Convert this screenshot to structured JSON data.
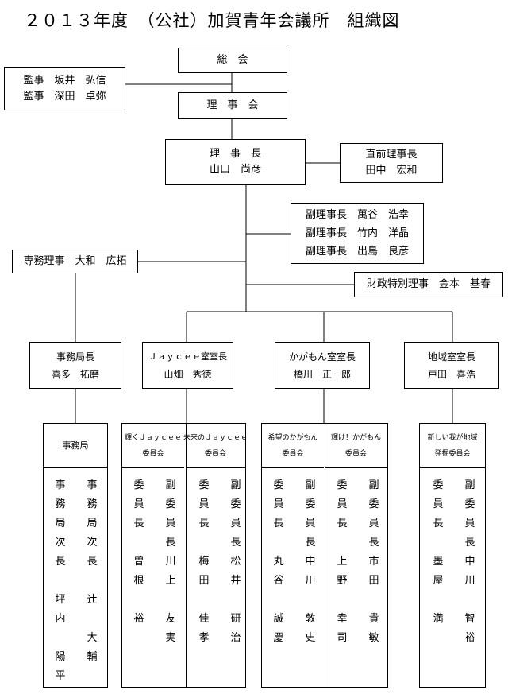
{
  "title": "２０１３年度　（公社）加賀青年会議所　組織図",
  "general_assembly": "総　会",
  "board": "理　事　会",
  "auditors": [
    "監事　坂井　弘信",
    "監事　深田　卓弥"
  ],
  "president": {
    "title": "理　事　長",
    "name": "山口　尚彦"
  },
  "past_president": {
    "title": "直前理事長",
    "name": "田中　宏和"
  },
  "vice_presidents": [
    "副理事長　萬谷　浩幸",
    "副理事長　竹内　洋晶",
    "副理事長　出島　良彦"
  ],
  "executive_director": "専務理事　大和　広拓",
  "finance_director": "財政特別理事　金本　基春",
  "divisions": [
    {
      "title": "事務局長",
      "name": "喜多　拓磨"
    },
    {
      "title": "Ｊａｙｃｅｅ室室長",
      "name": "山畑　秀徳"
    },
    {
      "title": "かがもん室室長",
      "name": "橋川　正一郎"
    },
    {
      "title": "地域室室長",
      "name": "戸田　喜浩"
    }
  ],
  "committees": [
    {
      "header": [
        "事務局"
      ],
      "cols": [
        [
          "事",
          "務",
          "局",
          "次",
          "長",
          "",
          "坪",
          "内",
          "",
          "陽",
          "平"
        ],
        [
          "事",
          "務",
          "局",
          "次",
          "長",
          "",
          "辻",
          "",
          "大",
          "輔",
          ""
        ]
      ]
    },
    {
      "header": [
        "輝くＪａｙｃｅｅ",
        "委員会"
      ],
      "cols": [
        [
          "委",
          "員",
          "長",
          "",
          "曽",
          "根",
          "",
          "裕",
          ""
        ],
        [
          "副",
          "委",
          "員",
          "長",
          "川",
          "上",
          "",
          "友",
          "実"
        ]
      ]
    },
    {
      "header": [
        "未来のＪａｙｃｅｅ",
        "委員会"
      ],
      "cols": [
        [
          "委",
          "員",
          "長",
          "",
          "梅",
          "田",
          "",
          "佳",
          "孝"
        ],
        [
          "副",
          "委",
          "員",
          "長",
          "松",
          "井",
          "",
          "研",
          "治"
        ]
      ]
    },
    {
      "header": [
        "希望のかがもん",
        "委員会"
      ],
      "cols": [
        [
          "委",
          "員",
          "長",
          "",
          "丸",
          "谷",
          "",
          "誠",
          "慶"
        ],
        [
          "副",
          "委",
          "員",
          "長",
          "中",
          "川",
          "",
          "敦",
          "史"
        ]
      ]
    },
    {
      "header": [
        "輝け！かがもん",
        "委員会"
      ],
      "cols": [
        [
          "委",
          "員",
          "長",
          "",
          "上",
          "野",
          "",
          "幸",
          "司"
        ],
        [
          "副",
          "委",
          "員",
          "長",
          "市",
          "田",
          "",
          "貴",
          "敏"
        ]
      ]
    },
    {
      "header": [
        "新しい我が地域",
        "発掘委員会"
      ],
      "cols": [
        [
          "委",
          "員",
          "長",
          "",
          "墨",
          "屋",
          "",
          "満",
          ""
        ],
        [
          "副",
          "委",
          "員",
          "長",
          "中",
          "川",
          "",
          "智",
          "裕"
        ]
      ]
    }
  ]
}
